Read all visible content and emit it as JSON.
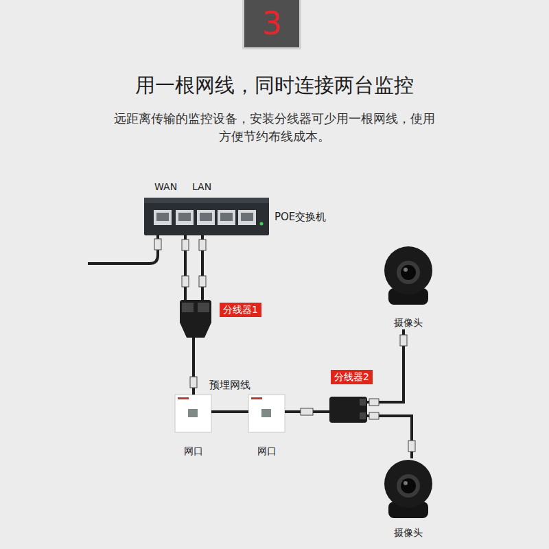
{
  "diagram": {
    "title": "用一根网线，同时连接两台监控",
    "nodes": [
      {
        "text": [
          "3"
        ]
      },
      {
        "text": [
          "POE交换机"
        ]
      },
      {
        "text": [
          "分线器1"
        ]
      },
      {
        "text": [
          "网口"
        ]
      },
      {
        "text": [
          "网口"
        ]
      },
      {
        "text": [
          "分线器2"
        ]
      },
      {
        "text": [
          "摄像头"
        ]
      },
      {
        "text": [
          "摄像头"
        ]
      }
    ],
    "edges": [
      {
        "from": 1,
        "to": 2,
        "arrow": "none"
      },
      {
        "from": 1,
        "to": 2,
        "arrow": "none"
      },
      {
        "from": 2,
        "to": 3,
        "arrow": "none"
      },
      {
        "from": 3,
        "to": 4,
        "label": "预埋网线",
        "arrow": "none"
      },
      {
        "from": 4,
        "to": 5,
        "arrow": "none"
      },
      {
        "from": 5,
        "to": 6,
        "arrow": "none"
      },
      {
        "from": 5,
        "to": 7,
        "arrow": "none"
      }
    ],
    "labels": [
      "远距离传输的监控设备，安装分线器可少用一根网线，使用方便节约布线成本。",
      "WAN",
      "LAN"
    ]
  }
}
